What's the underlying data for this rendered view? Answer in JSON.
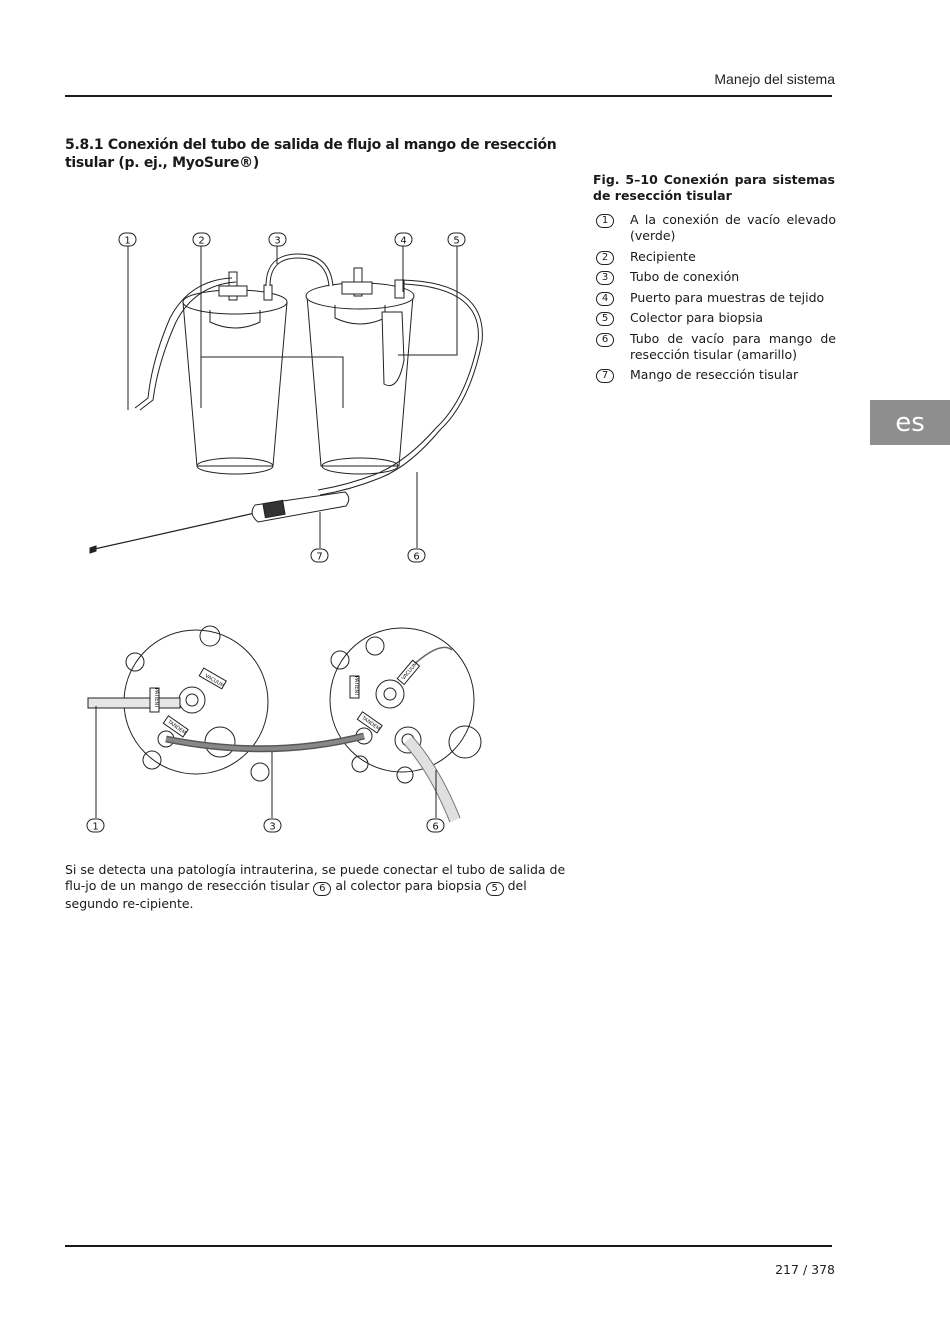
{
  "header": {
    "title": "Manejo del sistema"
  },
  "section": {
    "heading": "5.8.1 Conexión del tubo de salida de flujo al mango de resección tisular (p. ej., MyoSure®)"
  },
  "figure": {
    "caption": "Fig. 5–10 Conexión para sistemas de resección tisular",
    "callouts": [
      "1",
      "2",
      "3",
      "4",
      "5",
      "6",
      "7"
    ],
    "port_labels": {
      "vacuum": "VACUUM",
      "patient": "PATIENT",
      "tandem": "TANDEM"
    }
  },
  "legend": [
    {
      "num": "1",
      "text": "A la conexión de vacío elevado (verde)"
    },
    {
      "num": "2",
      "text": "Recipiente"
    },
    {
      "num": "3",
      "text": "Tubo de conexión"
    },
    {
      "num": "4",
      "text": "Puerto para muestras de tejido"
    },
    {
      "num": "5",
      "text": "Colector para biopsia"
    },
    {
      "num": "6",
      "text": "Tubo de vacío para mango de resección tisular (amarillo)"
    },
    {
      "num": "7",
      "text": "Mango de resección tisular"
    }
  ],
  "body": {
    "part1": "Si se detecta una patología intrauterina, se puede conectar el tubo de salida de flu-jo de un mango de resección tisular",
    "ref1": "6",
    "part2": "al colector para biopsia",
    "ref2": "5",
    "part3": "del segundo re-cipiente."
  },
  "language_tab": "es",
  "footer": {
    "page_number": "217 / 378"
  }
}
